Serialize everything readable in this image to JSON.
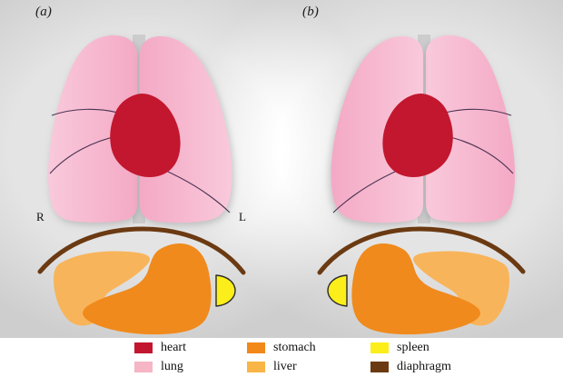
{
  "figure": {
    "panels": [
      {
        "label": "(a)",
        "side_labels": {
          "right": "R",
          "left": "L"
        },
        "arrangement": "situs solitus",
        "heart_side": "left-of-midline",
        "liver_side": "viewer-left",
        "stomach_side": "viewer-right",
        "spleen_side": "viewer-right"
      },
      {
        "label": "(b)",
        "side_labels": {
          "right": "",
          "left": ""
        },
        "arrangement": "situs inversus",
        "heart_side": "right-of-midline",
        "liver_side": "viewer-right",
        "stomach_side": "viewer-left",
        "spleen_side": "viewer-left"
      }
    ]
  },
  "colors": {
    "heart": "#c2172e",
    "lung": "#f6b0cc",
    "lung_light": "#f9c6da",
    "stomach": "#f08a1c",
    "liver": "#f8b45a",
    "spleen": "#fbee1a",
    "spleen_outline": "#2b2b2b",
    "diaphragm": "#6b3a12",
    "fissure": "#4a3352",
    "mediastinum": "#c9c9c9",
    "background": "#ffffff",
    "text": "#101010"
  },
  "legend": {
    "columns": [
      {
        "items": [
          {
            "label": "heart",
            "color_key": "heart",
            "swatch": "#c2172e"
          },
          {
            "label": "lung",
            "color_key": "lung",
            "swatch": "#f6b6c6"
          }
        ]
      },
      {
        "items": [
          {
            "label": "stomach",
            "color_key": "stomach",
            "swatch": "#f2881a"
          },
          {
            "label": "liver",
            "color_key": "liver",
            "swatch": "#f9b545"
          }
        ]
      },
      {
        "items": [
          {
            "label": "spleen",
            "color_key": "spleen",
            "swatch": "#fbee1a"
          },
          {
            "label": "diaphragm",
            "color_key": "diaphragm",
            "swatch": "#6b3a12"
          }
        ]
      }
    ]
  }
}
